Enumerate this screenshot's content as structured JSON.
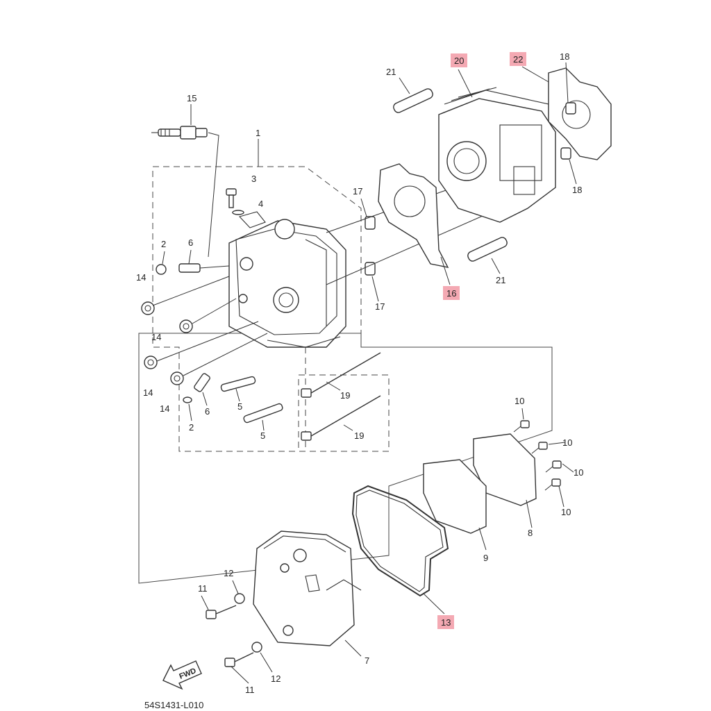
{
  "diagram": {
    "code": "54S1431-L010",
    "fwd_label": "FWD",
    "highlight_color": "#f4a9b3"
  },
  "callouts": {
    "c1": "1",
    "c2a": "2",
    "c2b": "2",
    "c3": "3",
    "c4": "4",
    "c5a": "5",
    "c5b": "5",
    "c6a": "6",
    "c6b": "6",
    "c7": "7",
    "c8": "8",
    "c9": "9",
    "c10a": "10",
    "c10b": "10",
    "c10c": "10",
    "c10d": "10",
    "c11a": "11",
    "c11b": "11",
    "c12a": "12",
    "c12b": "12",
    "c13": "13",
    "c14a": "14",
    "c14b": "14",
    "c14c": "14",
    "c14d": "14",
    "c15": "15",
    "c16": "16",
    "c17a": "17",
    "c17b": "17",
    "c18a": "18",
    "c18b": "18",
    "c19a": "19",
    "c19b": "19",
    "c20": "20",
    "c21a": "21",
    "c21b": "21",
    "c22": "22"
  }
}
